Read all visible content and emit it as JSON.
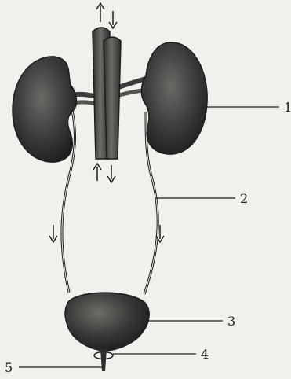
{
  "diagram": {
    "labels": {
      "kidney": "1",
      "ureter": "2",
      "bladder": "3",
      "sphincter": "4",
      "urethra": "5"
    },
    "colors": {
      "ink": "#1d1d1b",
      "organ_dark": "#333231",
      "organ_mid": "#5c5b58",
      "vessel": "#4a4946",
      "background": "#f1f0ec"
    }
  }
}
